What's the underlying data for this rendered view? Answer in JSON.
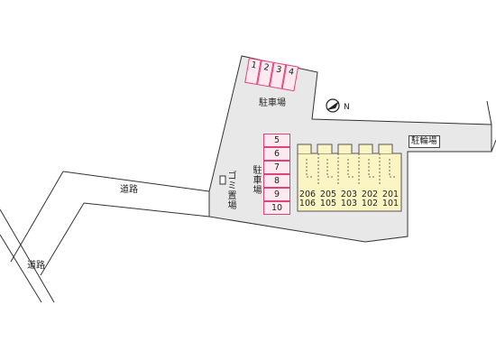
{
  "labels": {
    "parking_top": "駐車場",
    "parking_side": "駐車場",
    "garbage": "ゴミ置場",
    "bicycle": "駐輪場",
    "road_upper": "道路",
    "road_lower": "道路"
  },
  "parking_top_spots": [
    "1",
    "2",
    "3",
    "4"
  ],
  "parking_side_spots": [
    "5",
    "6",
    "7",
    "8",
    "9",
    "10"
  ],
  "units": [
    {
      "upper": "206",
      "lower": "106"
    },
    {
      "upper": "205",
      "lower": "105"
    },
    {
      "upper": "203",
      "lower": "103"
    },
    {
      "upper": "202",
      "lower": "102"
    },
    {
      "upper": "201",
      "lower": "101"
    }
  ],
  "compass": {
    "letter": "N",
    "icon": "north-arrow-icon"
  },
  "colors": {
    "lot_fill": "#e8e8e8",
    "building_fill": "#fbf5c4",
    "parking_border": "#e0437a",
    "parking_fill": "#fdeaf1"
  }
}
